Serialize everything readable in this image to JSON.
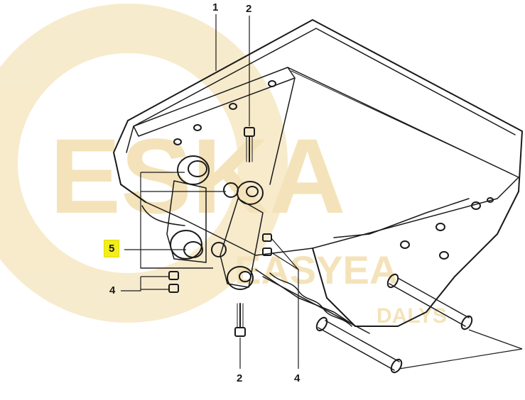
{
  "callouts": [
    {
      "id": "c1",
      "label": "1"
    },
    {
      "id": "c2a",
      "label": "2"
    },
    {
      "id": "c2b",
      "label": "2"
    },
    {
      "id": "c4a",
      "label": "4"
    },
    {
      "id": "c4b",
      "label": "4"
    },
    {
      "id": "c5",
      "label": "5",
      "highlighted": true
    }
  ],
  "watermark": {
    "big_text": "ESKA",
    "small_text_1": "EASYEA",
    "small_text_2": "DALYS",
    "color": "#f3dfae"
  },
  "colors": {
    "line": "#1a1a1a",
    "highlight": "#f2ee1c",
    "watermark": "#f3dfae"
  }
}
